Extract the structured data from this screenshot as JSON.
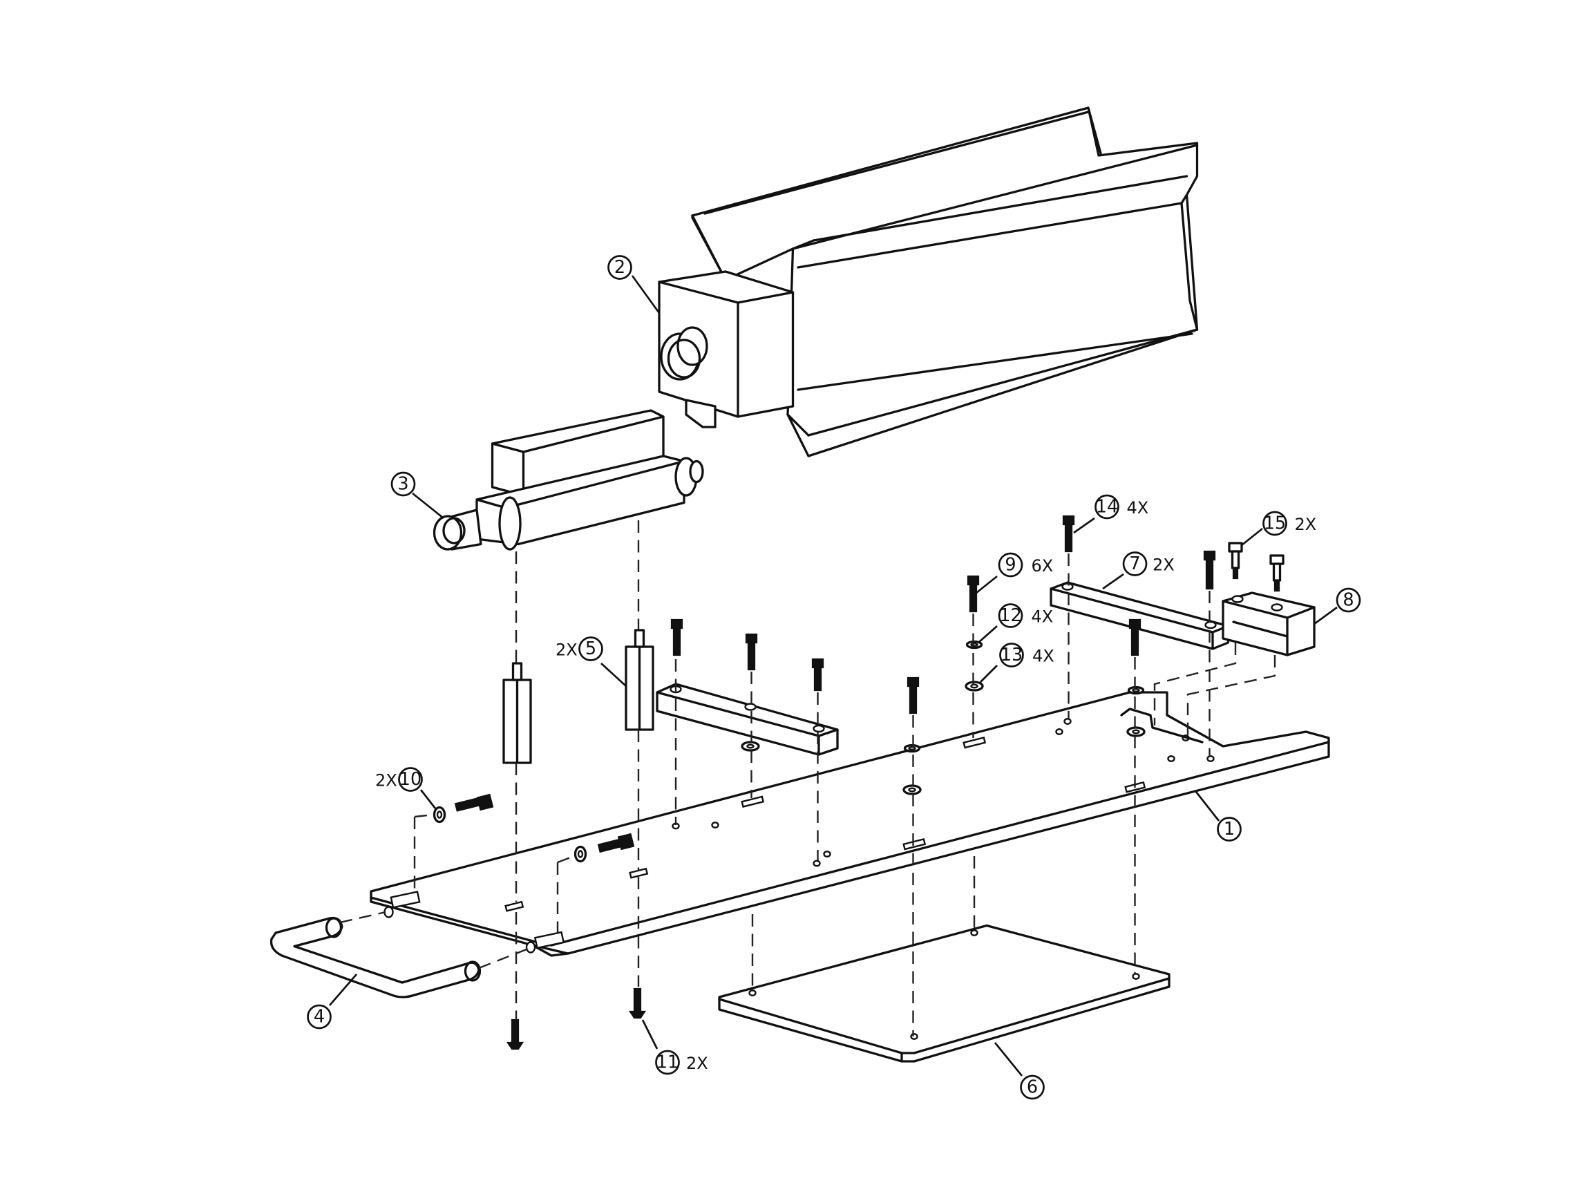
{
  "callouts": {
    "c1": {
      "number": "1",
      "qty": ""
    },
    "c2": {
      "number": "2",
      "qty": ""
    },
    "c3": {
      "number": "3",
      "qty": ""
    },
    "c4": {
      "number": "4",
      "qty": ""
    },
    "c5": {
      "number": "5",
      "qty": "2X"
    },
    "c6": {
      "number": "6",
      "qty": ""
    },
    "c7": {
      "number": "7",
      "qty": "2X"
    },
    "c8": {
      "number": "8",
      "qty": ""
    },
    "c9": {
      "number": "9",
      "qty": "6X"
    },
    "c10": {
      "number": "10",
      "qty": "2X"
    },
    "c11": {
      "number": "11",
      "qty": "2X"
    },
    "c12": {
      "number": "12",
      "qty": "4X"
    },
    "c13": {
      "number": "13",
      "qty": "4X"
    },
    "c14": {
      "number": "14",
      "qty": "4X"
    },
    "c15": {
      "number": "15",
      "qty": "2X"
    }
  }
}
